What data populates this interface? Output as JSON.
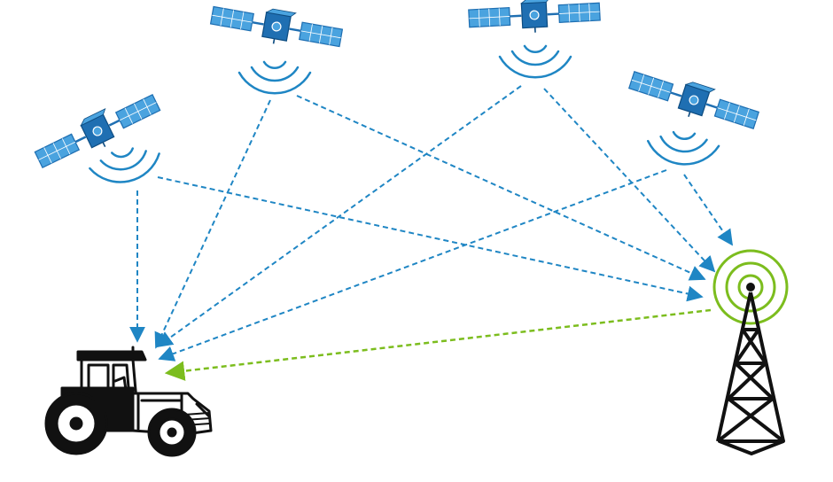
{
  "diagram": {
    "nodes": [
      {
        "id": "sat1",
        "kind": "satellite",
        "icon": "satellite-icon"
      },
      {
        "id": "sat2",
        "kind": "satellite",
        "icon": "satellite-icon"
      },
      {
        "id": "sat3",
        "kind": "satellite",
        "icon": "satellite-icon"
      },
      {
        "id": "sat4",
        "kind": "satellite",
        "icon": "satellite-icon"
      },
      {
        "id": "tower",
        "kind": "base-station",
        "icon": "radio-tower-icon"
      },
      {
        "id": "tractor",
        "kind": "receiver",
        "icon": "tractor-icon"
      }
    ],
    "edges": [
      {
        "from": "sat1",
        "to": "tractor",
        "style": "dashed",
        "color": "#1f86c4"
      },
      {
        "from": "sat1",
        "to": "tower",
        "style": "dashed",
        "color": "#1f86c4"
      },
      {
        "from": "sat2",
        "to": "tractor",
        "style": "dashed",
        "color": "#1f86c4"
      },
      {
        "from": "sat2",
        "to": "tower",
        "style": "dashed",
        "color": "#1f86c4"
      },
      {
        "from": "sat3",
        "to": "tractor",
        "style": "dashed",
        "color": "#1f86c4"
      },
      {
        "from": "sat3",
        "to": "tower",
        "style": "dashed",
        "color": "#1f86c4"
      },
      {
        "from": "sat4",
        "to": "tractor",
        "style": "dashed",
        "color": "#1f86c4"
      },
      {
        "from": "sat4",
        "to": "tower",
        "style": "dashed",
        "color": "#1f86c4"
      },
      {
        "from": "tower",
        "to": "tractor",
        "style": "dashed",
        "color": "#7cbd1e"
      }
    ],
    "colors": {
      "satellite_signal": "#1f86c4",
      "satellite_panel": "#4aa3df",
      "satellite_body": "#1f6fb2",
      "correction_signal": "#7cbd1e",
      "outline": "#111111"
    }
  }
}
